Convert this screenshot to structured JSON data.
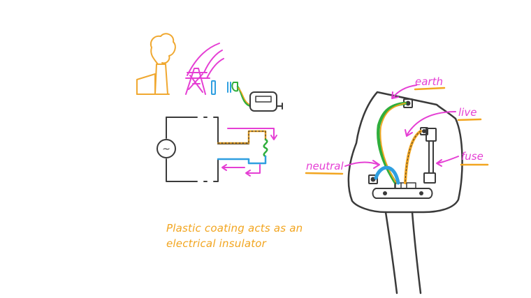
{
  "colors": {
    "ink": "#3a3a3a",
    "orange": "#f2a51f",
    "magenta": "#e53fd4",
    "green": "#2fae3c",
    "blue": "#2f9fe0",
    "station": "#f0a830"
  },
  "labels": {
    "earth": "earth",
    "live": "live",
    "fuse": "fuse",
    "neutral": "neutral"
  },
  "caption": {
    "line1": "Plastic coating acts as an",
    "line2": "electrical insulator"
  },
  "icons": {
    "ac_source": "~"
  }
}
